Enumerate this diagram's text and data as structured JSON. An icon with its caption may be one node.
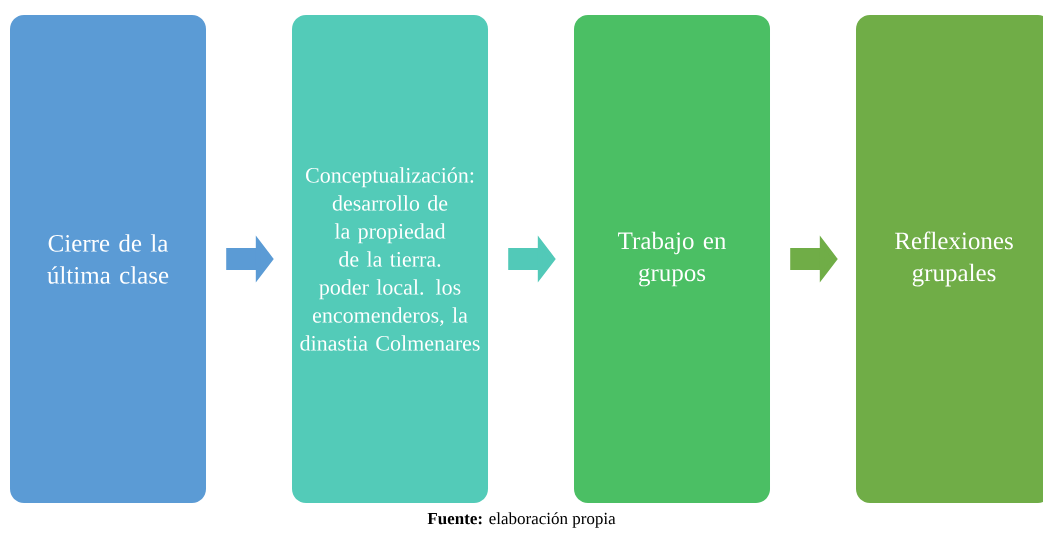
{
  "diagram": {
    "caption": "**Fuente:** elaboración propia",
    "nodes": [
      {
        "text": [
          "Cierre de la última clase"
        ]
      },
      {
        "text": [
          "Conceptualización: desarrollo de la propiedad de la tierra. poder local. los encomenderos, la dinastia Colmenares"
        ]
      },
      {
        "text": [
          "Trabajo en grupos"
        ]
      },
      {
        "text": [
          "Reflexiones grupales"
        ]
      }
    ],
    "edges": [
      {
        "from": 0,
        "to": 1,
        "arrow": "to",
        "color": "#5b9bd5"
      },
      {
        "from": 1,
        "to": 2,
        "arrow": "to",
        "color": "#52c9b8"
      },
      {
        "from": 2,
        "to": 3,
        "arrow": "to",
        "color": "#70ad47"
      }
    ]
  }
}
